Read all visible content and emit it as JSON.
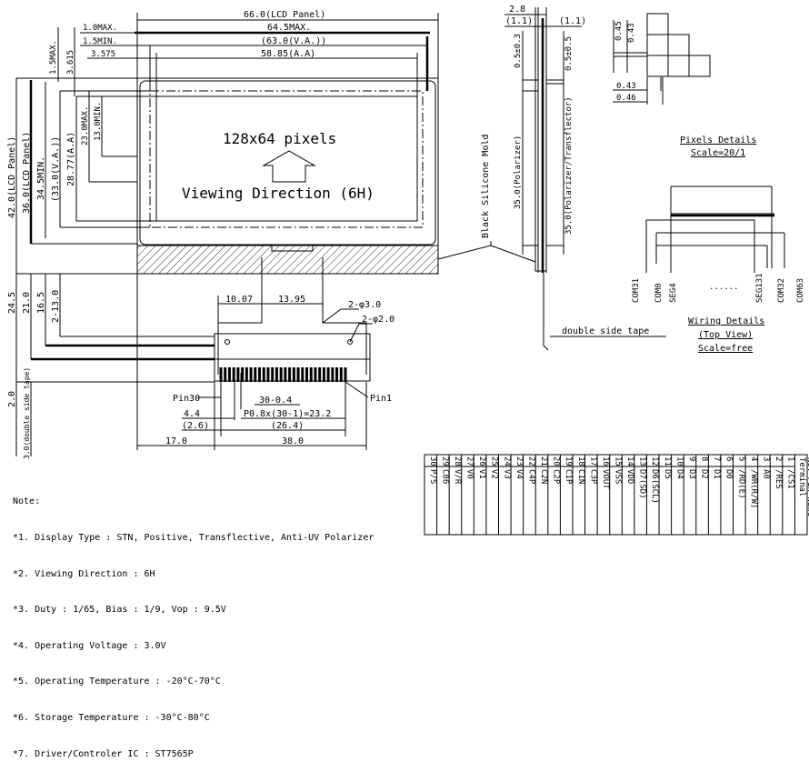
{
  "front_view": {
    "top_dims": [
      "66.0(LCD Panel)",
      "64.5MAX.",
      "(63.0(V.A.))",
      "58.85(A.A)"
    ],
    "top_left_dims": [
      "1.0MAX.",
      "1.5MIN.",
      "3.575"
    ],
    "vertical_dims_small": [
      "1.5MAX.",
      "3.615"
    ],
    "left_dims": [
      "42.0(LCD Panel)",
      "36.0(LCD Panel)",
      "34.5MIN.",
      "(33.0(V.A.))",
      "28.77(A.A)"
    ],
    "inner_dims": [
      "23.0MAX.",
      "13.0MIN."
    ],
    "center_text_1": "128x64 pixels",
    "center_text_2": "Viewing Direction (6H)",
    "bottom_left_dims": [
      "24.5",
      "21.0",
      "16.5",
      "2-13.0"
    ],
    "fpc_dims": [
      "10.07",
      "13.95"
    ],
    "holes": [
      "2-φ3.0",
      "2-φ2.0"
    ],
    "pins": [
      "Pin30",
      "Pin1"
    ],
    "bottom_dims": [
      "30-0.4",
      "4.4",
      "P0.8x(30-1)=23.2",
      "(2.6)",
      "(26.4)",
      "17.0",
      "38.0"
    ],
    "bottom_vertical": [
      "2.0",
      "3.0(double side tape)"
    ]
  },
  "side_view": {
    "top_dims": [
      "2.8",
      "(1.1)",
      "(1.1)"
    ],
    "vertical_dims": [
      "0.5±0.3",
      "0.5±0.5",
      "35.0(Polarizer)",
      "35.0(Polarizer/Transflector)"
    ],
    "labels": [
      "Black Silicone Mold",
      "double side tape"
    ]
  },
  "pixel_details": {
    "dims": [
      "0.45",
      "0.43",
      "0.43",
      "0.46"
    ],
    "title": "Pixels Details",
    "scale": "Scale=20/1"
  },
  "wiring": {
    "labels": [
      "COM31",
      "COM0",
      "SEG4",
      "......",
      "SEG131",
      "COM32",
      "COM63"
    ],
    "title": "Wiring Details",
    "subtitle": "(Top View)",
    "scale": "Scale=free"
  },
  "notes": {
    "title": "Note:",
    "items": [
      "*1. Display Type : STN, Positive, Transflective, Anti-UV Polarizer",
      "*2. Viewing Direction : 6H",
      "*3. Duty : 1/65, Bias : 1/9, Vop : 9.5V",
      "*4. Operating Voltage : 3.0V",
      "*5. Operating Temperature : -20°C-70°C",
      "*6. Storage Temperature : -30°C-80°C",
      "*7. Driver/Controler IC : ST7565P"
    ]
  },
  "pin_table": {
    "headers": [
      "Terminal",
      "No.",
      "Pin Name"
    ],
    "rows": [
      [
        "1",
        "/CS1"
      ],
      [
        "2",
        "/RES"
      ],
      [
        "3",
        "A0"
      ],
      [
        "4",
        "/WR(R/W)"
      ],
      [
        "5",
        "/RD(E)"
      ],
      [
        "6",
        "D0"
      ],
      [
        "7",
        "D1"
      ],
      [
        "8",
        "D2"
      ],
      [
        "9",
        "D3"
      ],
      [
        "10",
        "D4"
      ],
      [
        "11",
        "D5"
      ],
      [
        "12",
        "D6(SCL)"
      ],
      [
        "13",
        "D7(SD)"
      ],
      [
        "14",
        "VDD"
      ],
      [
        "15",
        "VSS"
      ],
      [
        "16",
        "VOUT"
      ],
      [
        "17",
        "C3P"
      ],
      [
        "18",
        "C1N"
      ],
      [
        "19",
        "C1P"
      ],
      [
        "20",
        "C2P"
      ],
      [
        "21",
        "C2N"
      ],
      [
        "22",
        "C4P"
      ],
      [
        "23",
        "V4"
      ],
      [
        "24",
        "V3"
      ],
      [
        "25",
        "V2"
      ],
      [
        "26",
        "V1"
      ],
      [
        "27",
        "V0"
      ],
      [
        "28",
        "V/R"
      ],
      [
        "29",
        "C86"
      ],
      [
        "30",
        "P/S"
      ]
    ]
  }
}
